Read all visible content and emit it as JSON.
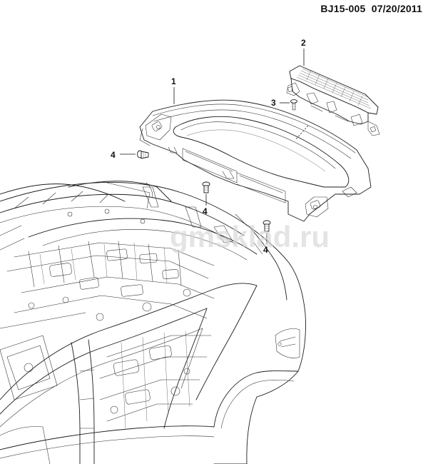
{
  "header": {
    "code": "BJ15-005",
    "date": "07/20/2011"
  },
  "callouts": [
    {
      "id": "callout-1",
      "label": "1"
    },
    {
      "id": "callout-2",
      "label": "2"
    },
    {
      "id": "callout-3",
      "label": "3"
    },
    {
      "id": "callout-4a",
      "label": "4"
    },
    {
      "id": "callout-4b",
      "label": "4"
    },
    {
      "id": "callout-4c",
      "label": "4"
    }
  ],
  "watermark": "gmsklad.ru",
  "colors": {
    "line": "#1c1c1c",
    "background": "#ffffff",
    "watermark": "#d6d6d6"
  }
}
